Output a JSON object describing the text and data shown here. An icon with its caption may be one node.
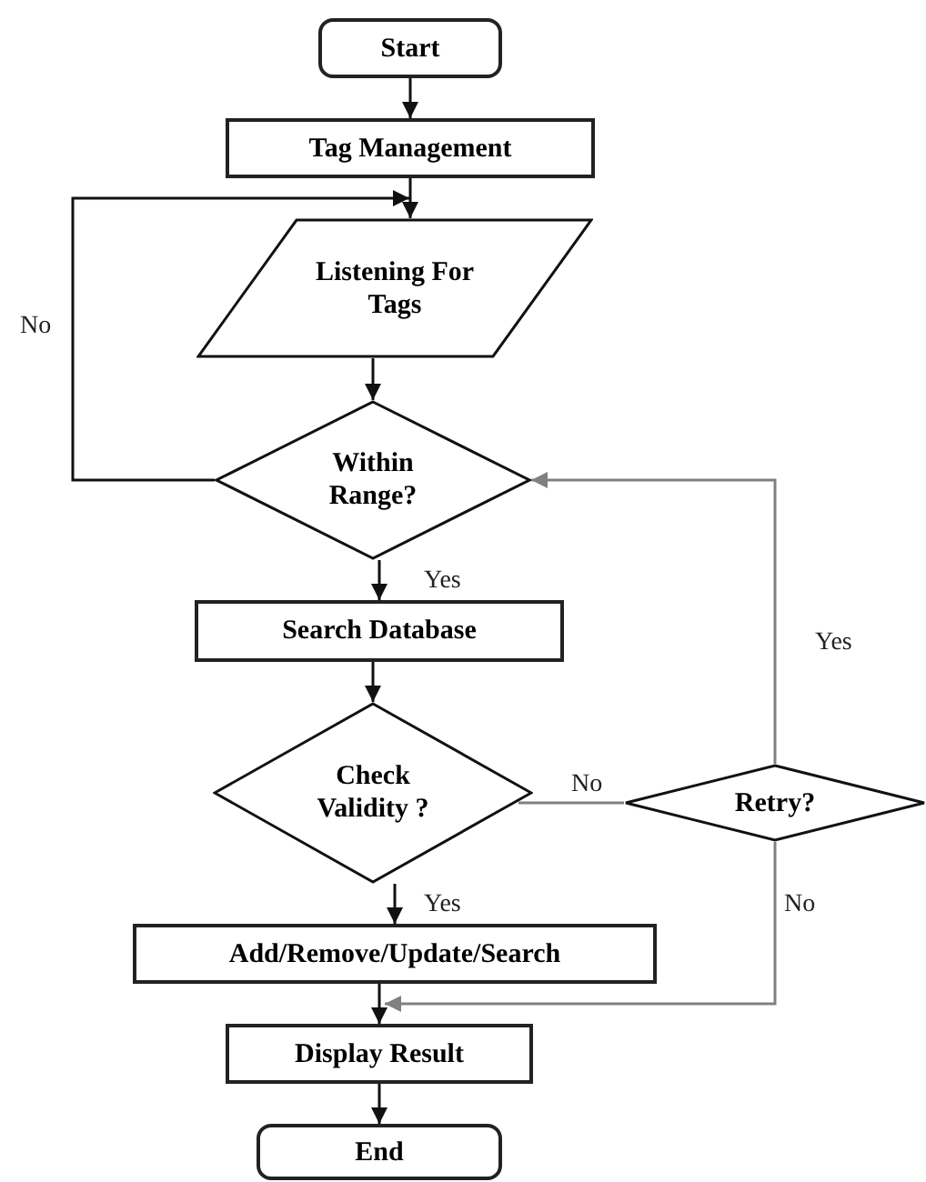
{
  "diagram": {
    "nodes": [
      {
        "text": [
          "Start"
        ]
      },
      {
        "text": [
          "Tag Management"
        ]
      },
      {
        "text": [
          "Listening For Tags"
        ]
      },
      {
        "text": [
          "Within Range?"
        ]
      },
      {
        "text": [
          "Search Database"
        ]
      },
      {
        "text": [
          "Check Validity ?"
        ]
      },
      {
        "text": [
          "Retry?"
        ]
      },
      {
        "text": [
          "Add/Remove/Update/Search"
        ]
      },
      {
        "text": [
          "Display Result"
        ]
      },
      {
        "text": [
          "End"
        ]
      }
    ],
    "edges": [
      {
        "from": 0,
        "to": 1,
        "arrow": "to"
      },
      {
        "from": 1,
        "to": 2,
        "arrow": "to"
      },
      {
        "from": 2,
        "to": 3,
        "arrow": "to"
      },
      {
        "from": 3,
        "to": 2,
        "arrow": "to",
        "label": "No"
      },
      {
        "from": 3,
        "to": 4,
        "arrow": "to",
        "label": "Yes"
      },
      {
        "from": 4,
        "to": 5,
        "arrow": "to"
      },
      {
        "from": 5,
        "to": 6,
        "arrow": "none",
        "label": "No",
        "color": "#808080"
      },
      {
        "from": 6,
        "to": 3,
        "arrow": "to",
        "label": "Yes",
        "color": "#808080"
      },
      {
        "from": 5,
        "to": 7,
        "arrow": "to",
        "label": "Yes"
      },
      {
        "from": 7,
        "to": 8,
        "arrow": "to"
      },
      {
        "from": 6,
        "to": 8,
        "arrow": "to",
        "label": "No",
        "color": "#808080"
      },
      {
        "from": 8,
        "to": 9,
        "arrow": "to"
      }
    ]
  }
}
